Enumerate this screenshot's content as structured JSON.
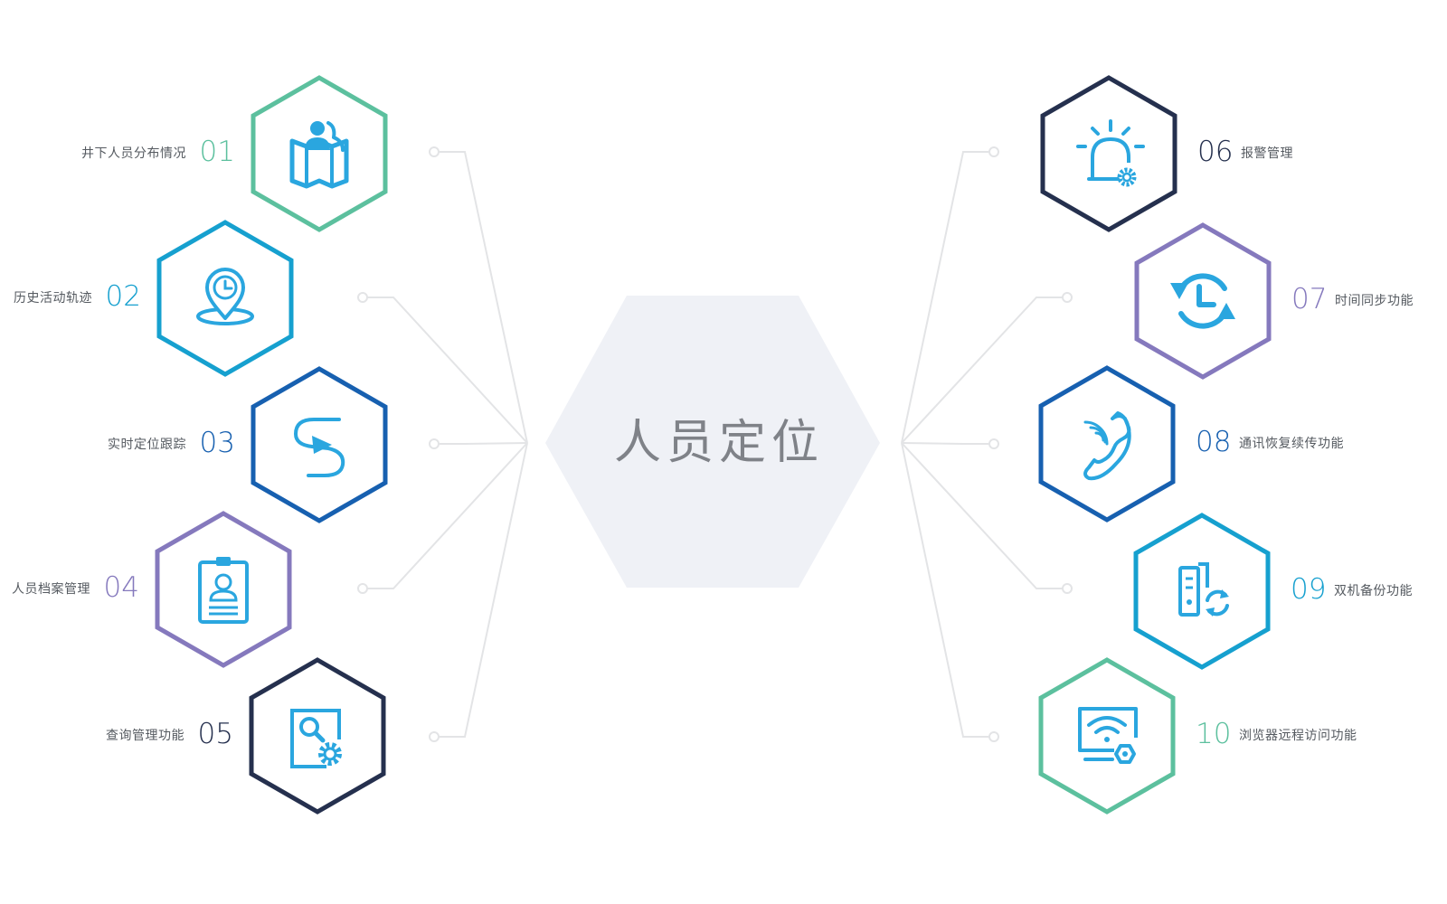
{
  "center": {
    "title": "人员定位"
  },
  "colors": {
    "teal": "#5cc09e",
    "cyan": "#16a0cf",
    "blue": "#1760b0",
    "purple": "#8579bd",
    "navy": "#25304e",
    "icon": "#2aa6df",
    "center_fill": "#eff1f6",
    "connector": "#e3e4e6"
  },
  "features": [
    {
      "num": "01",
      "label": "井下人员分布情况",
      "icon": "people-map-icon",
      "color": "teal"
    },
    {
      "num": "02",
      "label": "历史活动轨迹",
      "icon": "location-clock-icon",
      "color": "cyan"
    },
    {
      "num": "03",
      "label": "实时定位跟踪",
      "icon": "track-route-icon",
      "color": "blue"
    },
    {
      "num": "04",
      "label": "人员档案管理",
      "icon": "clipboard-person-icon",
      "color": "purple"
    },
    {
      "num": "05",
      "label": "查询管理功能",
      "icon": "search-settings-icon",
      "color": "navy"
    },
    {
      "num": "06",
      "label": "报警管理",
      "icon": "alarm-light-icon",
      "color": "navy"
    },
    {
      "num": "07",
      "label": "时间同步功能",
      "icon": "clock-sync-icon",
      "color": "purple"
    },
    {
      "num": "08",
      "label": "通讯恢复续传功能",
      "icon": "phone-signal-icon",
      "color": "blue"
    },
    {
      "num": "09",
      "label": "双机备份功能",
      "icon": "server-backup-icon",
      "color": "cyan"
    },
    {
      "num": "10",
      "label": "浏览器远程访问功能",
      "icon": "monitor-wifi-icon",
      "color": "teal"
    }
  ]
}
